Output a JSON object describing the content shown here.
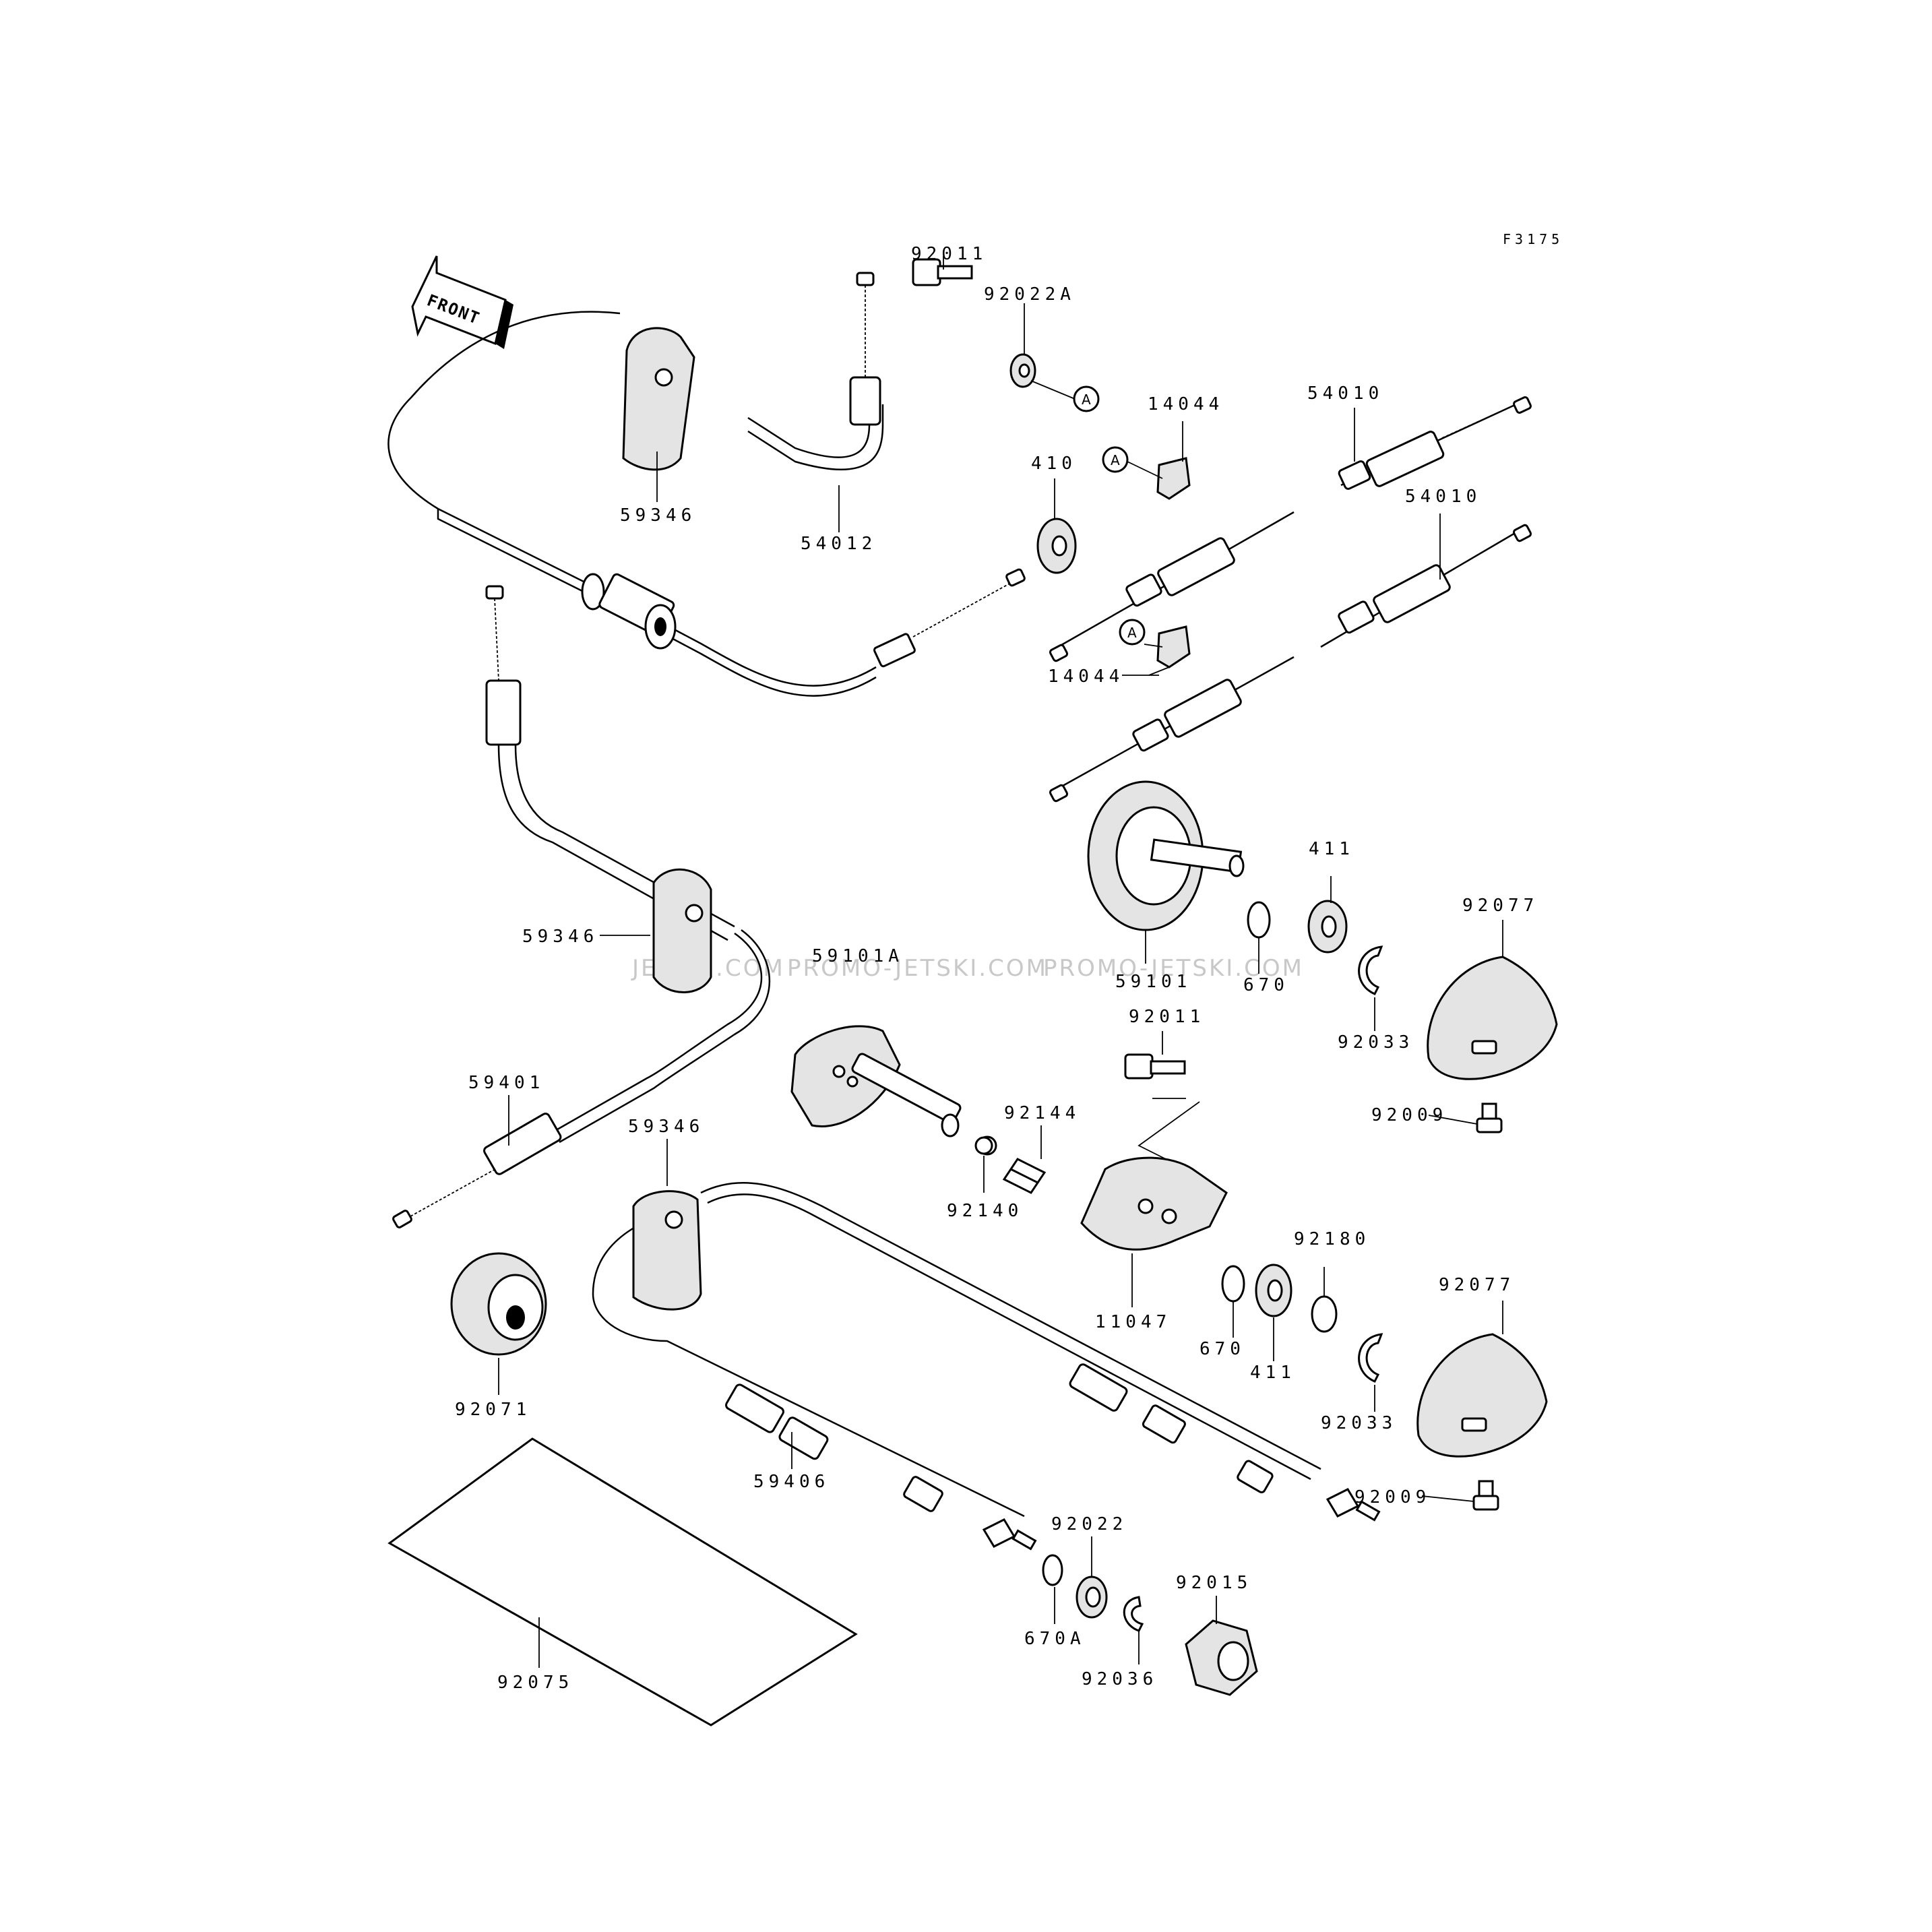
{
  "figure_code": "F3175",
  "front_arrow_label": "FRONT",
  "watermark": {
    "w1": "JETSKI.COM",
    "w2": "PROMO-JETSKI.COM",
    "w3": "PROMO-JETSKI.COM"
  },
  "ref_marker": "A",
  "labels": {
    "l_92011_top": "92011",
    "l_92022A": "92022A",
    "l_14044_top": "14044",
    "l_54010_top": "54010",
    "l_410": "410",
    "l_54010_mid": "54010",
    "l_14044_bot": "14044",
    "l_59346_top": "59346",
    "l_54012": "54012",
    "l_59346_mid": "59346",
    "l_59101A": "59101A",
    "l_59101": "59101",
    "l_411_top": "411",
    "l_670_top": "670",
    "l_92033_top": "92033",
    "l_92077_top": "92077",
    "l_92011_mid": "92011",
    "l_92009_top": "92009",
    "l_92144": "92144",
    "l_92140": "92140",
    "l_59401": "59401",
    "l_59346_bot": "59346",
    "l_11047": "11047",
    "l_92180": "92180",
    "l_670_mid": "670",
    "l_411_mid": "411",
    "l_92033_bot": "92033",
    "l_92077_bot": "92077",
    "l_92071": "92071",
    "l_59406": "59406",
    "l_92009_bot": "92009",
    "l_92022": "92022",
    "l_92015": "92015",
    "l_670A": "670A",
    "l_92036": "92036",
    "l_92075": "92075"
  }
}
